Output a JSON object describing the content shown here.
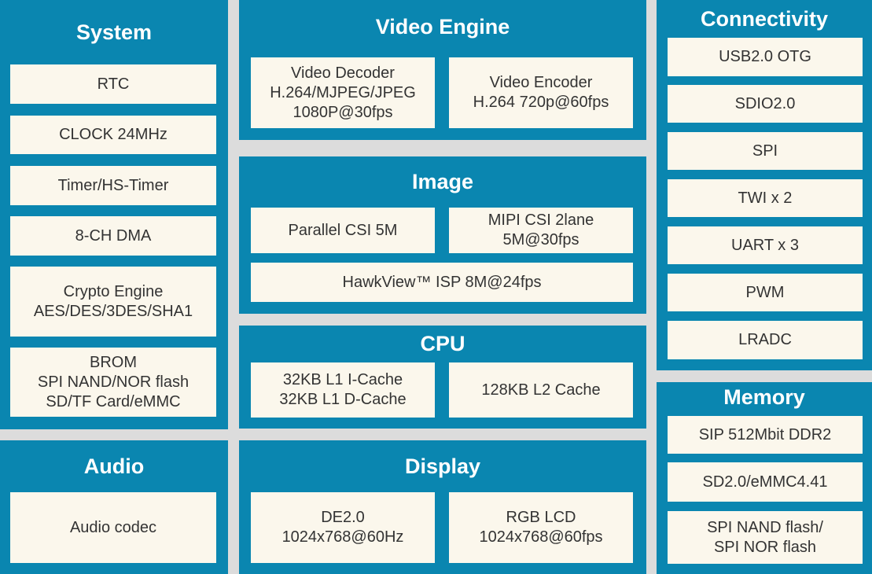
{
  "system": {
    "title": "System",
    "items": [
      "RTC",
      "CLOCK 24MHz",
      "Timer/HS-Timer",
      "8-CH DMA",
      "Crypto Engine\nAES/DES/3DES/SHA1",
      "BROM\nSPI NAND/NOR flash\nSD/TF Card/eMMC"
    ]
  },
  "audio": {
    "title": "Audio",
    "items": [
      "Audio codec"
    ]
  },
  "video_engine": {
    "title": "Video Engine",
    "items": [
      "Video Decoder\nH.264/MJPEG/JPEG\n1080P@30fps",
      "Video Encoder\nH.264 720p@60fps"
    ]
  },
  "image": {
    "title": "Image",
    "items": [
      "Parallel CSI 5M",
      "MIPI CSI 2lane\n5M@30fps",
      "HawkView™ ISP 8M@24fps"
    ]
  },
  "cpu": {
    "title": "CPU",
    "items": [
      "32KB L1 I-Cache\n32KB L1 D-Cache",
      "128KB L2 Cache"
    ]
  },
  "display": {
    "title": "Display",
    "items": [
      "DE2.0\n1024x768@60Hz",
      "RGB LCD\n1024x768@60fps"
    ]
  },
  "connectivity": {
    "title": "Connectivity",
    "items": [
      "USB2.0 OTG",
      "SDIO2.0",
      "SPI",
      "TWI x 2",
      "UART x 3",
      "PWM",
      "LRADC"
    ]
  },
  "memory": {
    "title": "Memory",
    "items": [
      "SIP 512Mbit DDR2",
      "SD2.0/eMMC4.41",
      "SPI NAND flash/\nSPI NOR flash"
    ]
  }
}
